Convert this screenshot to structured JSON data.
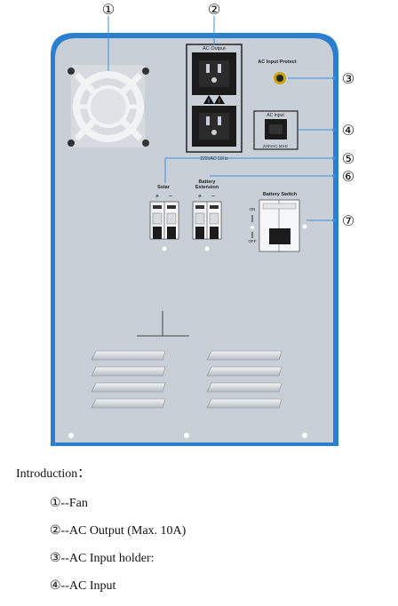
{
  "callouts": [
    "①",
    "②",
    "③",
    "④",
    "⑤",
    "⑥",
    "⑦"
  ],
  "panel_labels": {
    "ac_output": "AC Output",
    "ac_output_rating": "220VAC 50Hz",
    "ac_input_protect": "AC Input Protect",
    "ac_input": "AC Input",
    "ac_input_rating": "220VAC 50Hz",
    "solar": "Solar",
    "battery_extension_line1": "Battery",
    "battery_extension_line2": "Extension",
    "battery_switch": "Battery Switch",
    "switch_on": "ON",
    "switch_off": "OFF",
    "plus": "+",
    "minus": "−"
  },
  "colors": {
    "frame": "#2b7fd1",
    "panel": "#c9cfd6",
    "leader": "#3d8fd9"
  },
  "introduction": {
    "title": "Introduction：",
    "items": [
      "①--Fan",
      "②--AC Output (Max. 10A)",
      "③--AC Input holder:",
      "④--AC Input"
    ]
  }
}
